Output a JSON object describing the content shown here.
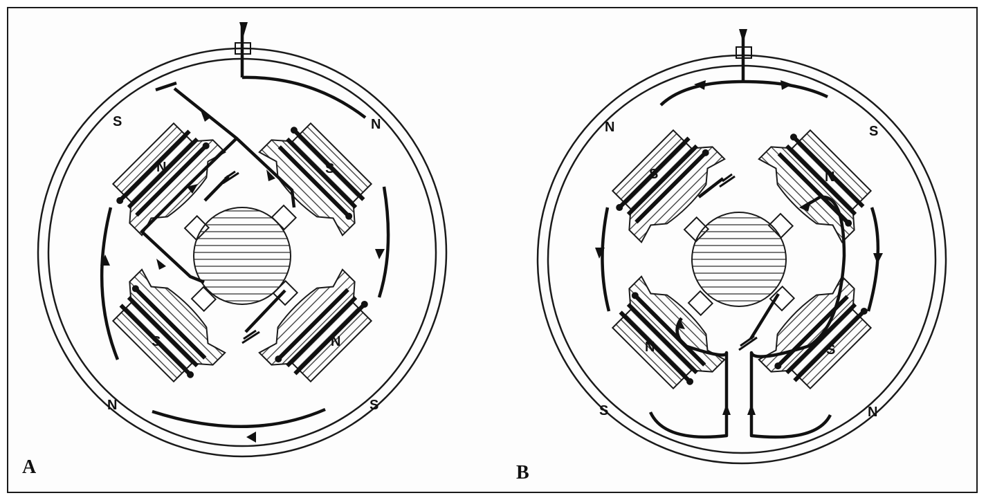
{
  "panels": [
    {
      "label": "A",
      "poles": {
        "top_left": {
          "outer": "S",
          "inner": "N"
        },
        "top_right": {
          "outer": "N",
          "inner": "S"
        },
        "bottom_left": {
          "outer": "N",
          "inner": "S"
        },
        "bottom_right": {
          "outer": "S",
          "inner": "N"
        }
      }
    },
    {
      "label": "B",
      "poles": {
        "top_left": {
          "outer": "N",
          "inner": "S"
        },
        "top_right": {
          "outer": "S",
          "inner": "N"
        },
        "bottom_left": {
          "outer": "S",
          "inner": "N"
        },
        "bottom_right": {
          "outer": "N",
          "inner": "S"
        }
      }
    }
  ],
  "colors": {
    "line": "#1a1a1a",
    "hatch": "#333333",
    "background": "#ffffff"
  }
}
